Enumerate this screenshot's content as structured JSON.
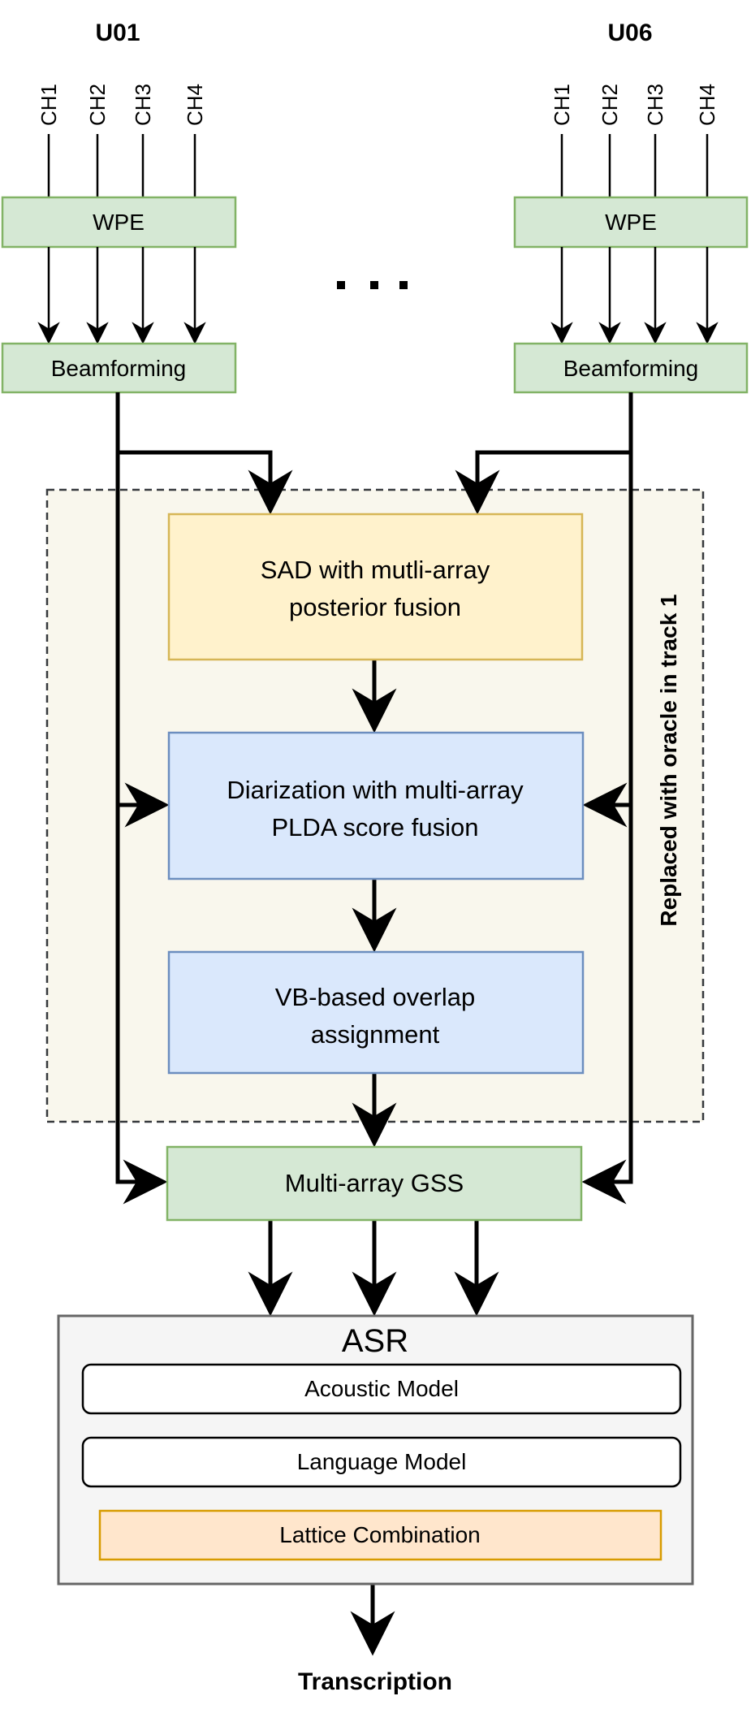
{
  "arrays": [
    {
      "id": "left",
      "title": "U01",
      "channels": [
        "CH1",
        "CH2",
        "CH3",
        "CH4"
      ],
      "wpe_label": "WPE",
      "beamforming_label": "Beamforming"
    },
    {
      "id": "right",
      "title": "U06",
      "channels": [
        "CH1",
        "CH2",
        "CH3",
        "CH4"
      ],
      "wpe_label": "WPE",
      "beamforming_label": "Beamforming"
    }
  ],
  "ellipsis": "...",
  "oracle_group": {
    "label": "Replaced with oracle in track 1",
    "sad": {
      "line1": "SAD with mutli-array",
      "line2": "posterior fusion"
    },
    "diarization": {
      "line1": "Diarization with multi-array",
      "line2": "PLDA score fusion"
    },
    "vb": {
      "line1": "VB-based overlap",
      "line2": "assignment"
    }
  },
  "gss": {
    "label": "Multi-array GSS"
  },
  "asr": {
    "title": "ASR",
    "acoustic_model": "Acoustic Model",
    "language_model": "Language Model",
    "lattice_combination": "Lattice Combination"
  },
  "output": {
    "label": "Transcription"
  },
  "colors": {
    "green_fill": "#d5e8d4",
    "green_stroke": "#82b366",
    "yellow_fill": "#fff2cc",
    "yellow_stroke": "#d6b656",
    "blue_fill": "#dae8fc",
    "blue_stroke": "#6c8ebf",
    "group_fill": "#f9f7ed",
    "group_stroke": "#36393d",
    "asr_fill": "#f5f5f5",
    "asr_stroke": "#666666",
    "lattice_fill": "#ffe6cc",
    "lattice_stroke": "#d79b00"
  }
}
